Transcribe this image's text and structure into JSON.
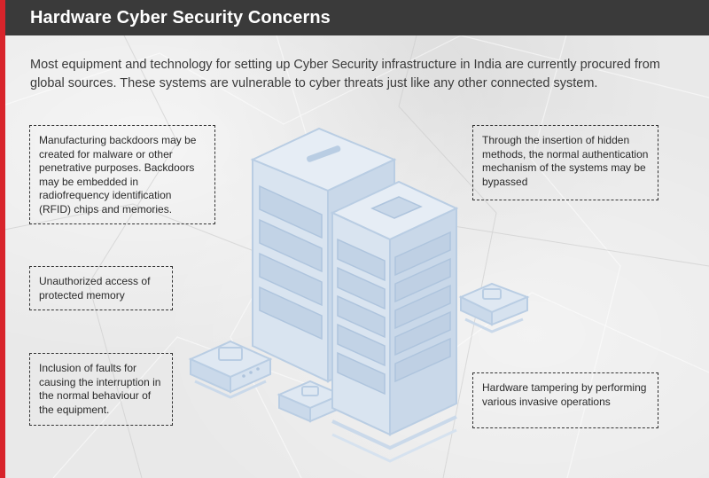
{
  "header": {
    "title": "Hardware Cyber Security Concerns"
  },
  "intro": "Most equipment and technology for setting up Cyber Security infrastructure in India are currently procured from global sources. These systems are vulnerable to cyber threats just like any other connected system.",
  "concerns": {
    "left": [
      "Manufacturing backdoors may be created for malware or other penetrative purposes. Backdoors may be embedded in radiofrequency identification (RFID) chips and memories.",
      "Unauthorized access of protected memory",
      "Inclusion of faults for causing the interruption in the normal behaviour of the equipment."
    ],
    "right": [
      "Through the insertion of hidden methods, the normal authentication mechanism of the systems may be bypassed",
      "Hardware tampering by performing various invasive operations"
    ]
  },
  "colors": {
    "accent": "#d8242b",
    "header_bg": "#3a3a3a",
    "illustration_blue": "#b9cde3"
  },
  "icons": [
    "server-rack-tall",
    "server-rack-short",
    "network-device"
  ]
}
